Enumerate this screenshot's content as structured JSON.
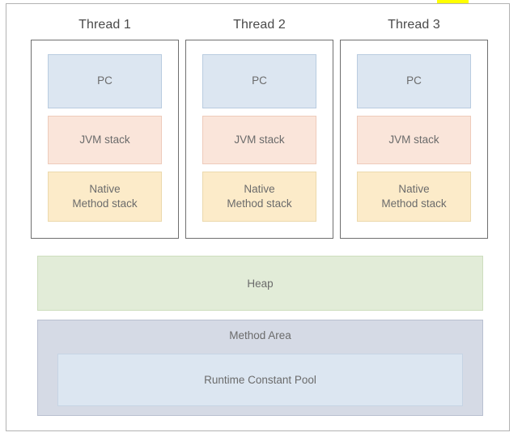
{
  "diagram": {
    "title_visible": false,
    "highlight": {
      "name": "yellow-highlight-fragment",
      "color": "#ffff00"
    },
    "colors": {
      "pc_fill": "#dce6f1",
      "jvm_stack_fill": "#fae5da",
      "native_method_stack_fill": "#fcebc9",
      "heap_fill": "#e2ecd8",
      "method_area_fill": "#d5dae5",
      "runtime_constant_pool_fill": "#dce6f1",
      "frame_border": "#b3b3b3",
      "thread_border": "#6f6f6f",
      "text": "#6b6b6b",
      "title_text": "#4a4a4a"
    },
    "threads": [
      {
        "title": "Thread 1",
        "blocks": [
          {
            "label": "PC",
            "label_line2": ""
          },
          {
            "label": "JVM stack",
            "label_line2": ""
          },
          {
            "label": "Native",
            "label_line2": "Method stack"
          }
        ]
      },
      {
        "title": "Thread 2",
        "blocks": [
          {
            "label": "PC",
            "label_line2": ""
          },
          {
            "label": "JVM stack",
            "label_line2": ""
          },
          {
            "label": "Native",
            "label_line2": "Method stack"
          }
        ]
      },
      {
        "title": "Thread 3",
        "blocks": [
          {
            "label": "PC",
            "label_line2": ""
          },
          {
            "label": "JVM stack",
            "label_line2": ""
          },
          {
            "label": "Native",
            "label_line2": "Method stack"
          }
        ]
      }
    ],
    "heap": {
      "label": "Heap"
    },
    "method_area": {
      "label": "Method Area",
      "runtime_constant_pool": {
        "label": "Runtime Constant Pool"
      }
    }
  }
}
